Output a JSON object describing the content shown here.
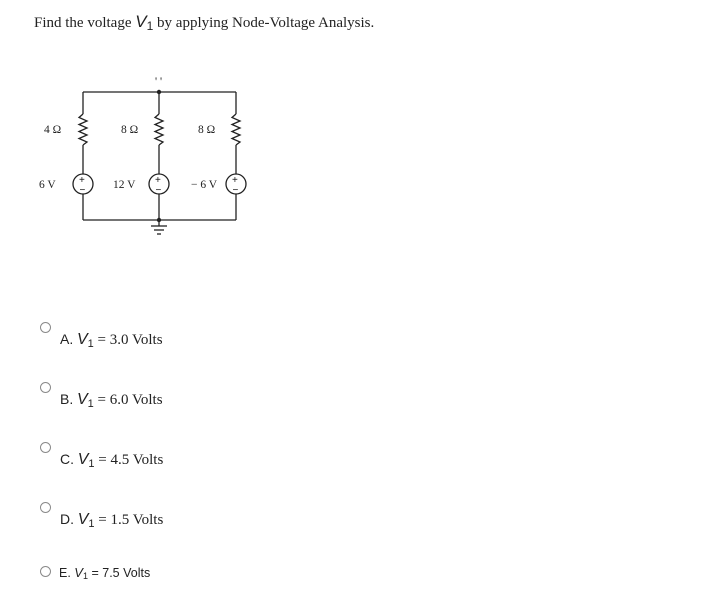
{
  "question": {
    "prefix": "Find the voltage",
    "var": "V",
    "sub": "1",
    "suffix": "by applying Node-Voltage Analysis."
  },
  "circuit": {
    "r1": "4 Ω",
    "r2": "8 Ω",
    "r3": "8 Ω",
    "s1": "6 V",
    "s2": "12 V",
    "s3": "− 6 V",
    "plus": "+",
    "minus": "−",
    "node_marker": "' '"
  },
  "options": [
    {
      "letter": "A.",
      "var": "V",
      "sub": "1",
      "value": "= 3.0 Volts"
    },
    {
      "letter": "B.",
      "var": "V",
      "sub": "1",
      "value": "= 6.0 Volts"
    },
    {
      "letter": "C.",
      "var": "V",
      "sub": "1",
      "value": "= 4.5 Volts"
    },
    {
      "letter": "D.",
      "var": "V",
      "sub": "1",
      "value": "= 1.5 Volts"
    },
    {
      "letter": "E.",
      "var": "V",
      "sub": "1",
      "value": "= 7.5 Volts"
    }
  ]
}
